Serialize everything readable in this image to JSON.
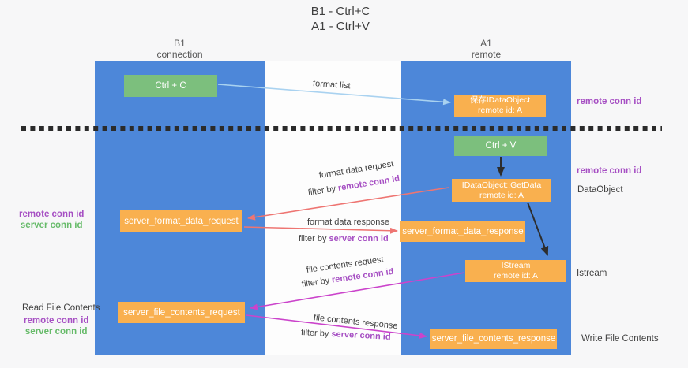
{
  "title": {
    "line1": "B1 - Ctrl+C",
    "line2": "A1 - Ctrl+V"
  },
  "lanes": {
    "b1": {
      "name": "B1",
      "subtitle": "connection"
    },
    "a1": {
      "name": "A1",
      "subtitle": "remote"
    }
  },
  "nodes": {
    "ctrl_c": {
      "label": "Ctrl + C"
    },
    "save_idataobject": {
      "line1": "保存IDataObject",
      "line2": "remote id: A"
    },
    "ctrl_v": {
      "label": "Ctrl + V"
    },
    "getdata": {
      "line1": "IDataObject::GetData",
      "line2": "remote id: A"
    },
    "format_request": {
      "label": "server_format_data_request"
    },
    "format_response": {
      "label": "server_format_data_response"
    },
    "istream": {
      "line1": "IStream",
      "line2": "remote id: A"
    },
    "file_request": {
      "label": "server_file_contents_request"
    },
    "file_response": {
      "label": "server_file_contents_response"
    }
  },
  "annotations": {
    "format_list": "format list",
    "format_data_request": "format data request",
    "format_data_response": "format data response",
    "file_contents_request": "file contents request",
    "file_contents_response": "file contents response",
    "filter_prefix": "filter by ",
    "remote_conn_id": "remote conn id",
    "server_conn_id": "server conn id"
  },
  "side_labels": {
    "right_remote_conn_top": "remote conn id",
    "right_remote_conn_mid": "remote conn id",
    "dataobject": "DataObject",
    "istream": "Istream",
    "write_file_contents": "Write File Contents",
    "read_file_contents": "Read File Contents",
    "left_remote_conn_top": "remote conn id",
    "left_server_conn_top": "server conn id",
    "left_remote_conn_bottom": "remote conn id",
    "left_server_conn_bottom": "server conn id"
  },
  "colors": {
    "lane_blue": "#4d87d9",
    "green_box": "#7cbf7d",
    "orange_box": "#f9b04f",
    "purple_text": "#a64fc3",
    "green_text": "#67bb6a",
    "red_arrow": "#ee7572",
    "magenta_arrow": "#cb44cb",
    "light_blue_arrow": "#a9d2f0",
    "black_arrow": "#2d2d2d"
  }
}
